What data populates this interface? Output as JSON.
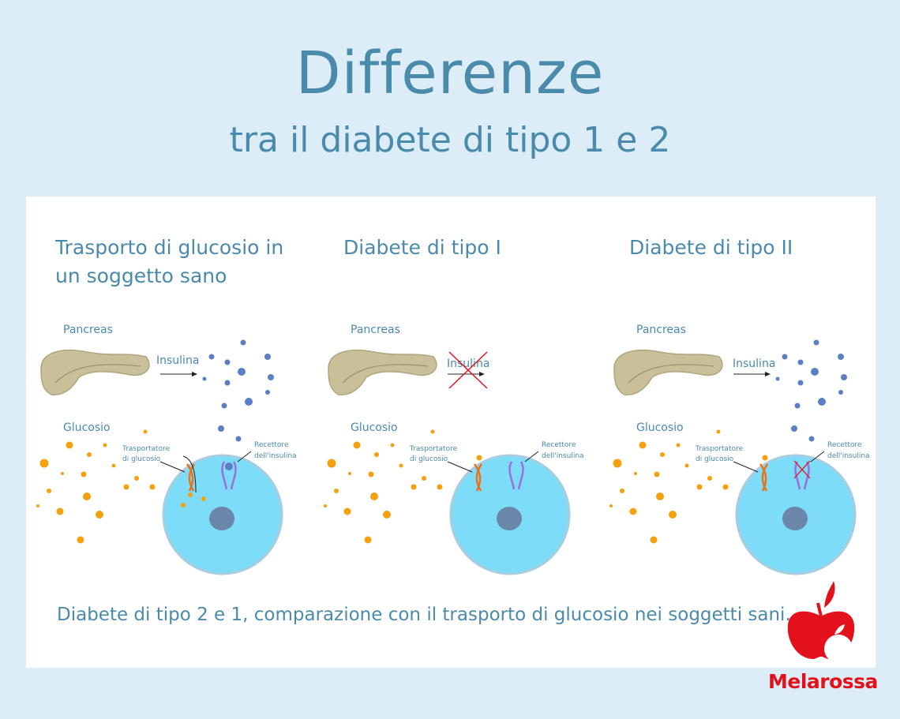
{
  "header": {
    "title": "Differenze",
    "subtitle": "tra il diabete di tipo 1 e 2"
  },
  "panels": [
    {
      "heading": "Trasporto di glucosio in un soggetto sano",
      "pancreas": "Pancreas",
      "insulin": "Insulina",
      "glucose": "Glucosio",
      "transporter": [
        "Trasportatore",
        "di glucosio"
      ],
      "receptor": [
        "Recettore",
        "dell'insulina"
      ],
      "insulin_released": true,
      "receptor_working": true
    },
    {
      "heading": "Diabete di tipo I",
      "pancreas": "Pancreas",
      "insulin": "Insulina",
      "glucose": "Glucosio",
      "transporter": [
        "Trasportatore",
        "di glucosio"
      ],
      "receptor": [
        "Recettore",
        "dell'insulina"
      ],
      "insulin_released": false,
      "receptor_working": true
    },
    {
      "heading": "Diabete di tipo II",
      "pancreas": "Pancreas",
      "insulin": "Insulina",
      "glucose": "Glucosio",
      "transporter": [
        "Trasportatore",
        "di glucosio"
      ],
      "receptor": [
        "Recettore",
        "dell'insulina"
      ],
      "insulin_released": true,
      "receptor_working": false
    }
  ],
  "caption": "Diabete di tipo 2 e 1, comparazione con il trasporto di glucosio nei soggetti sani.",
  "brand": {
    "name": "Melarossa",
    "icon": "apple-logo-icon",
    "color": "#e3111b"
  },
  "colors": {
    "text": "#4a8aab",
    "insulin": "#5b7fc4",
    "glucose": "#f5a00f",
    "cell": "#7ddcf7",
    "nucleus": "#6a86a8",
    "cross": "#e3111b"
  }
}
